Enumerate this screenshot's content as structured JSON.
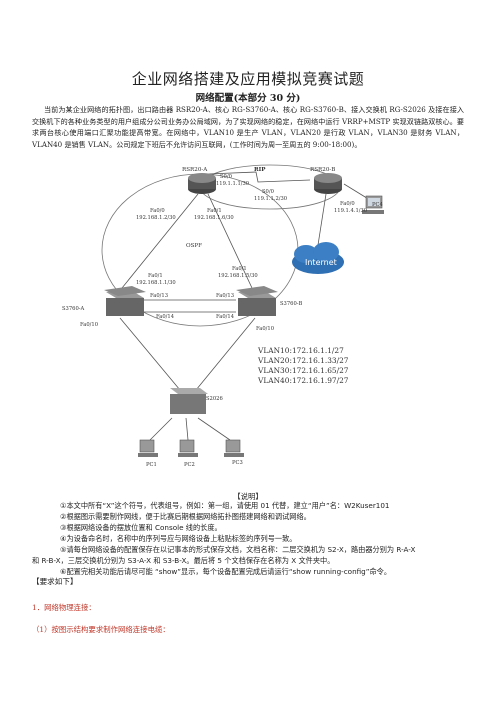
{
  "title": "企业网络搭建及应用模拟竞赛试题",
  "section": "网络配置(本部分 30 分)",
  "intro": "当前为某企业网络的拓扑图，出口路由器 RSR20-A、核心 RG-S3760-A、核心 RG-S3760-B、接入交换机 RG-S2026 及接在接入交换机下的各种业务类型的用户组成分公司业务办公局域网，为了实现网络的稳定，在网络中运行 VRRP+MSTP 实现双链路双核心。要求两台核心使用端口汇聚功能提高带宽。在网络中，VLAN10 是生产 VLAN，VLAN20 是行政 VLAN，VLAN30 是财务 VLAN，VLAN40 是销售 VLAN。公司规定下班后不允许访问互联网，(工作时间为周一至周五的 9:00-18:00)。",
  "diagram": {
    "router_a": "RSR20-A",
    "router_b": "RSR20-B",
    "rip": "RIP",
    "ospf": "OSPF",
    "internet": "Internet",
    "pc4": "PC4",
    "s0_a": "S0/0",
    "s0_a_ip": "119.1.1.1/30",
    "s0_b": "S0/0",
    "s0_b_ip": "119.1.1.2/30",
    "ra_fa00": "Fa0/0",
    "ra_fa00_ip": "192.168.1.2/30",
    "ra_fa01": "Fa0/1",
    "ra_fa01_ip": "192.168.1.6/30",
    "rb_fa00": "Fa0/0",
    "rb_fa00_ip": "119.1.4.1/30",
    "sa_fa01": "Fa0/1",
    "sa_fa01_ip": "192.168.1.1/30",
    "sb_fa01": "Fa0/1",
    "sb_fa01_ip": "192.168.1.5/30",
    "switch_a": "S3760-A",
    "switch_b": "S3760-B",
    "sa_fa13": "Fa0/13",
    "sa_fa14": "Fa0/14",
    "sa_fa10": "Fa0/10",
    "sb_fa13": "Fa0/13",
    "sb_fa14": "Fa0/14",
    "sb_fa10": "Fa0/10",
    "access": "S2026",
    "pc1": "PC1",
    "pc2": "PC2",
    "pc3": "PC3",
    "vlans": [
      "VLAN10:172.16.1.1/27",
      "VLAN20:172.16.1.33/27",
      "VLAN30:172.16.1.65/27",
      "VLAN40:172.16.1.97/27"
    ]
  },
  "notes_title": "【说明】",
  "notes": [
    "①本文中所有“X”这个符号，代表组号，例如：第一组，请使用 01 代替，建立“用户”名：W2Kuser101",
    "②根据图示需要制作网线，便于比赛后期根据网络拓扑图搭建网络和调试网络。",
    "③根据网络设备的摆放位置和 Console 线的长度。",
    "④为设备命名时，名称中的序列号应与网络设备上粘贴标签的序列号一致。",
    "⑤请每台网络设备的配置保存在以记事本的形式保存文档，文档名称：二层交换机为 S2-X，路由器分别为 R-A-X",
    "和 R-B-X，三层交换机分别为 S3-A-X 和 S3-B-X。最后将 5 个文档保存在名称为 X 文件夹中。",
    "⑥配置完相关功能后请尽可能 “show”显示，每个设备配置完成后请运行“show running-config”命令。"
  ],
  "req_heading": "【要求如下】",
  "req_1": "1．网络物理连接：",
  "req_1_1": "（1）按图示结构要求制作网络连接电缆："
}
